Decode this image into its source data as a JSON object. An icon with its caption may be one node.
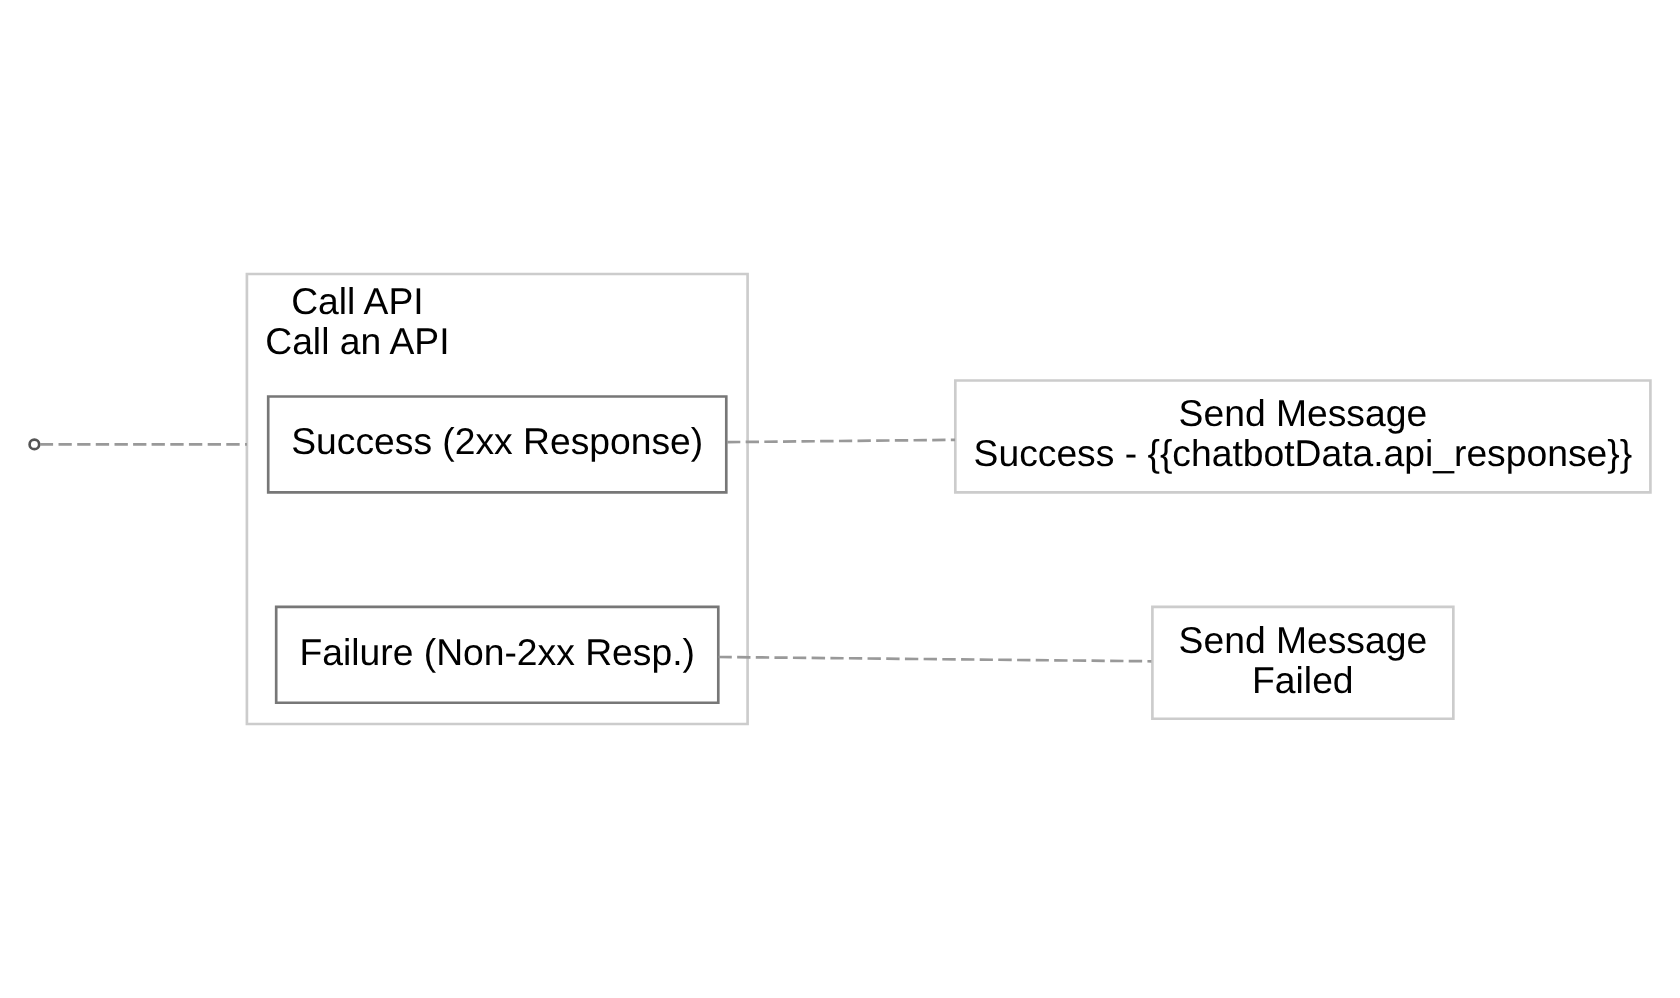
{
  "diagram": {
    "nodes": [
      {
        "text": [
          "Call API",
          "Call an API"
        ]
      },
      {
        "text": [
          "Success (2xx Response)"
        ],
        "in": 0
      },
      {
        "text": [
          "Failure (Non-2xx Resp.)"
        ],
        "in": 0
      },
      {
        "text": [
          "Send Message",
          "Success - {{chatbotData.api_response}}"
        ]
      },
      {
        "text": [
          "Send Message",
          "Failed"
        ]
      }
    ],
    "edges": [
      {
        "from": null,
        "to": 0,
        "arrow": "none",
        "style": "dashed"
      },
      {
        "from": 1,
        "to": 3,
        "arrow": "none",
        "style": "dashed"
      },
      {
        "from": 2,
        "to": 4,
        "arrow": "none",
        "style": "dashed"
      }
    ]
  }
}
